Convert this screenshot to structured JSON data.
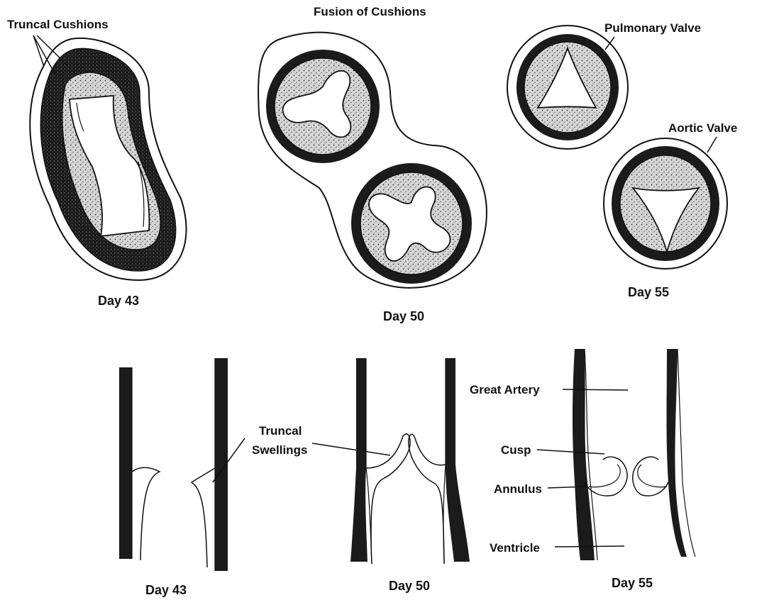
{
  "labels": {
    "truncal_cushions": "Truncal Cushions",
    "fusion_of_cushions": "Fusion of Cushions",
    "pulmonary_valve": "Pulmonary Valve",
    "aortic_valve": "Aortic Valve",
    "truncal_swellings_line1": "Truncal",
    "truncal_swellings_line2": "Swellings",
    "great_artery": "Great Artery",
    "cusp": "Cusp",
    "annulus": "Annulus",
    "ventricle": "Ventricle"
  },
  "days": {
    "top_1": "Day 43",
    "top_2": "Day 50",
    "top_3": "Day 55",
    "bottom_1": "Day 43",
    "bottom_2": "Day 50",
    "bottom_3": "Day 55"
  },
  "colors": {
    "ink": "#111111",
    "dark_wall": "#1e1e1e",
    "stipple_bg": "#d4d4d4",
    "paper": "#ffffff"
  }
}
